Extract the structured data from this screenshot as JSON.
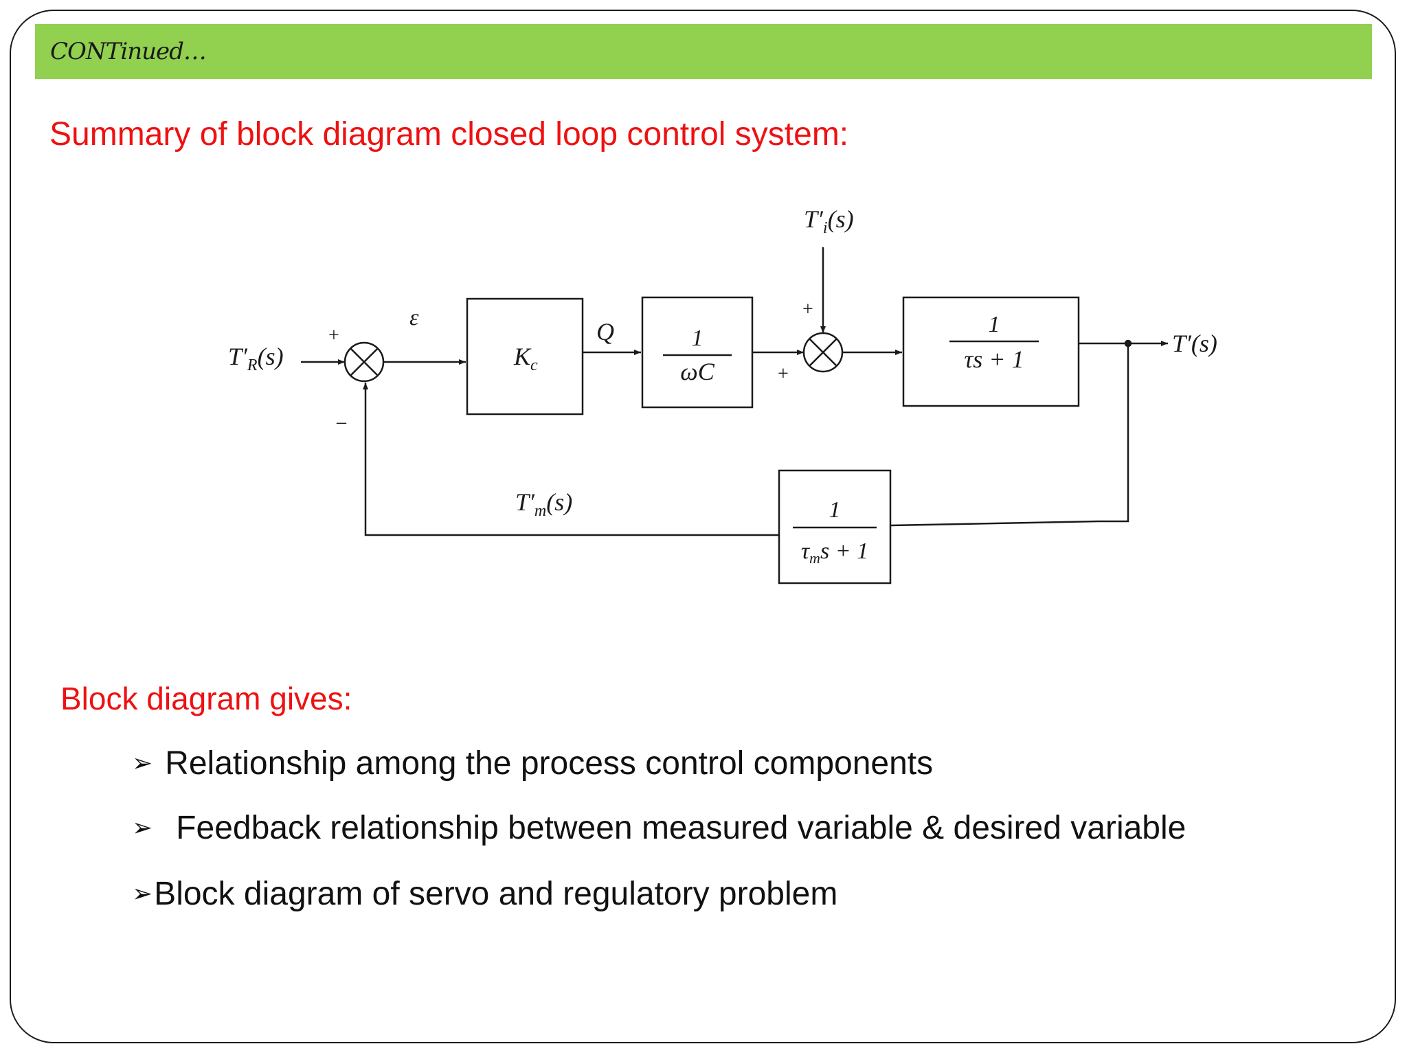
{
  "header": {
    "title": "CONTinued…"
  },
  "summary": {
    "title": "Summary of block diagram closed loop control system:"
  },
  "diagram": {
    "input_label": "T′R(s)",
    "input_main": "T′",
    "input_sub": "R",
    "input_arg": "(s)",
    "error_label": "ε",
    "controller_block": "Kc",
    "controller_main": "K",
    "controller_sub": "c",
    "q_label": "Q",
    "valve_block_num": "1",
    "valve_block_den": "ωC",
    "disturbance_label": "T′i(s)",
    "disturbance_main": "T′",
    "disturbance_sub": "i",
    "disturbance_arg": "(s)",
    "process_block_num": "1",
    "process_block_den": "τs + 1",
    "output_label": "T′(s)",
    "feedback_label": "T′m(s)",
    "feedback_main": "T′",
    "feedback_sub": "m",
    "feedback_arg": "(s)",
    "sensor_block_num": "1",
    "sensor_block_den": "τms + 1",
    "sensor_den_tau": "τ",
    "sensor_den_sub": "m",
    "sensor_den_rest": "s + 1",
    "sign_plus": "+",
    "sign_minus": "–"
  },
  "gives": {
    "title": "Block diagram gives:",
    "bullet_icon": "arrowhead-bullet-icon",
    "bullet_glyph": "➢",
    "items": [
      "Relationship among the process control components",
      "Feedback relationship between measured variable & desired variable",
      "Block diagram of servo and regulatory problem"
    ]
  },
  "colors": {
    "header_band": "#92d050",
    "accent_red": "#ee1111",
    "text": "#111111"
  }
}
